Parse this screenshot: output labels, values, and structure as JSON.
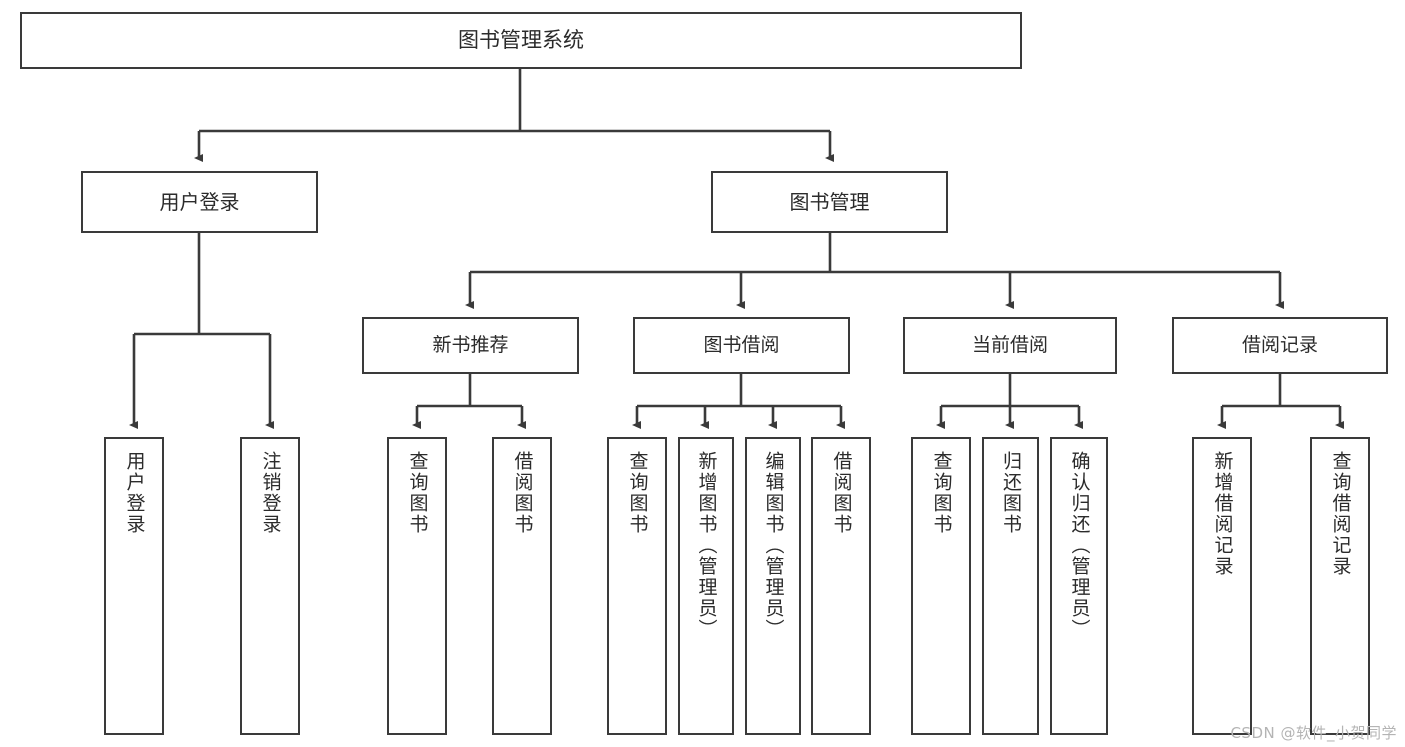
{
  "diagram": {
    "title": "图书管理系统",
    "watermark": "CSDN @软件_小贺同学",
    "colors": {
      "border": "#3a3a3a",
      "text": "#2b2b2b",
      "background": "#ffffff",
      "watermark": "#b4b4b4"
    },
    "nodes": {
      "root": {
        "label": "图书管理系统"
      },
      "level2": [
        {
          "id": "user-login",
          "label": "用户登录"
        },
        {
          "id": "book-manage",
          "label": "图书管理"
        }
      ],
      "level3": [
        {
          "id": "new-book-recommend",
          "label": "新书推荐"
        },
        {
          "id": "book-borrow",
          "label": "图书借阅"
        },
        {
          "id": "current-borrow",
          "label": "当前借阅"
        },
        {
          "id": "borrow-record",
          "label": "借阅记录"
        }
      ],
      "leaves": [
        {
          "id": "leaf-user-login",
          "label": "用户登录",
          "parent": "user-login"
        },
        {
          "id": "leaf-logout",
          "label": "注销登录",
          "parent": "user-login"
        },
        {
          "id": "leaf-query-book-1",
          "label": "查询图书",
          "parent": "new-book-recommend"
        },
        {
          "id": "leaf-borrow-book-1",
          "label": "借阅图书",
          "parent": "new-book-recommend"
        },
        {
          "id": "leaf-query-book-2",
          "label": "查询图书",
          "parent": "book-borrow"
        },
        {
          "id": "leaf-add-book",
          "label": "新增图书（管理员）",
          "parent": "book-borrow"
        },
        {
          "id": "leaf-edit-book",
          "label": "编辑图书（管理员）",
          "parent": "book-borrow"
        },
        {
          "id": "leaf-borrow-book-2",
          "label": "借阅图书",
          "parent": "book-borrow"
        },
        {
          "id": "leaf-query-book-3",
          "label": "查询图书",
          "parent": "current-borrow"
        },
        {
          "id": "leaf-return-book",
          "label": "归还图书",
          "parent": "current-borrow"
        },
        {
          "id": "leaf-confirm-return",
          "label": "确认归还（管理员）",
          "parent": "current-borrow"
        },
        {
          "id": "leaf-add-record",
          "label": "新增借阅记录",
          "parent": "borrow-record"
        },
        {
          "id": "leaf-query-record",
          "label": "查询借阅记录",
          "parent": "borrow-record"
        }
      ]
    }
  }
}
